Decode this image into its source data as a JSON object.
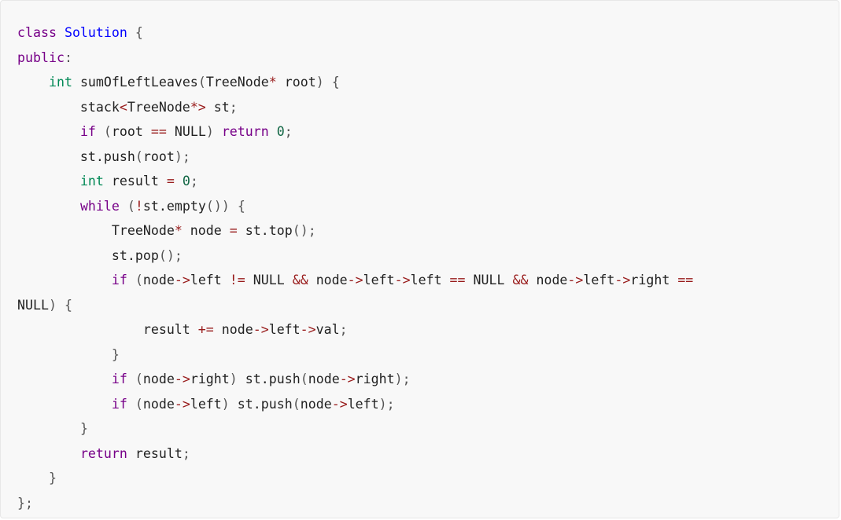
{
  "code": {
    "language": "cpp",
    "colors": {
      "background": "#f8f8f8",
      "border": "#e7e7e7",
      "keyword": "#770088",
      "def": "#0000ff",
      "type": "#008855",
      "number": "#116644",
      "operator": "#981a1a",
      "plain": "#222222",
      "punct": "#555555"
    },
    "lines": [
      [
        [
          "keyword",
          "class"
        ],
        [
          "plain",
          " "
        ],
        [
          "def",
          "Solution"
        ],
        [
          "plain",
          " "
        ],
        [
          "punct",
          "{"
        ]
      ],
      [
        [
          "keyword",
          "public"
        ],
        [
          "punct",
          ":"
        ]
      ],
      [
        [
          "plain",
          "    "
        ],
        [
          "type",
          "int"
        ],
        [
          "plain",
          " sumOfLeftLeaves"
        ],
        [
          "punct",
          "("
        ],
        [
          "plain",
          "TreeNode"
        ],
        [
          "operator",
          "*"
        ],
        [
          "plain",
          " root"
        ],
        [
          "punct",
          ")"
        ],
        [
          "plain",
          " "
        ],
        [
          "punct",
          "{"
        ]
      ],
      [
        [
          "plain",
          "        stack"
        ],
        [
          "operator",
          "<"
        ],
        [
          "plain",
          "TreeNode"
        ],
        [
          "operator",
          "*>"
        ],
        [
          "plain",
          " st"
        ],
        [
          "punct",
          ";"
        ]
      ],
      [
        [
          "plain",
          "        "
        ],
        [
          "keyword",
          "if"
        ],
        [
          "plain",
          " "
        ],
        [
          "punct",
          "("
        ],
        [
          "plain",
          "root "
        ],
        [
          "operator",
          "=="
        ],
        [
          "plain",
          " NULL"
        ],
        [
          "punct",
          ")"
        ],
        [
          "plain",
          " "
        ],
        [
          "keyword",
          "return"
        ],
        [
          "plain",
          " "
        ],
        [
          "number",
          "0"
        ],
        [
          "punct",
          ";"
        ]
      ],
      [
        [
          "plain",
          "        st.push"
        ],
        [
          "punct",
          "("
        ],
        [
          "plain",
          "root"
        ],
        [
          "punct",
          ")"
        ],
        [
          "punct",
          ";"
        ]
      ],
      [
        [
          "plain",
          "        "
        ],
        [
          "type",
          "int"
        ],
        [
          "plain",
          " result "
        ],
        [
          "operator",
          "="
        ],
        [
          "plain",
          " "
        ],
        [
          "number",
          "0"
        ],
        [
          "punct",
          ";"
        ]
      ],
      [
        [
          "plain",
          "        "
        ],
        [
          "keyword",
          "while"
        ],
        [
          "plain",
          " "
        ],
        [
          "punct",
          "("
        ],
        [
          "operator",
          "!"
        ],
        [
          "plain",
          "st.empty"
        ],
        [
          "punct",
          "("
        ],
        [
          "punct",
          ")"
        ],
        [
          "punct",
          ")"
        ],
        [
          "plain",
          " "
        ],
        [
          "punct",
          "{"
        ]
      ],
      [
        [
          "plain",
          "            TreeNode"
        ],
        [
          "operator",
          "*"
        ],
        [
          "plain",
          " node "
        ],
        [
          "operator",
          "="
        ],
        [
          "plain",
          " st.top"
        ],
        [
          "punct",
          "("
        ],
        [
          "punct",
          ")"
        ],
        [
          "punct",
          ";"
        ]
      ],
      [
        [
          "plain",
          "            st.pop"
        ],
        [
          "punct",
          "("
        ],
        [
          "punct",
          ")"
        ],
        [
          "punct",
          ";"
        ]
      ],
      [
        [
          "plain",
          "            "
        ],
        [
          "keyword",
          "if"
        ],
        [
          "plain",
          " "
        ],
        [
          "punct",
          "("
        ],
        [
          "plain",
          "node"
        ],
        [
          "operator",
          "->"
        ],
        [
          "plain",
          "left "
        ],
        [
          "operator",
          "!="
        ],
        [
          "plain",
          " NULL "
        ],
        [
          "operator",
          "&&"
        ],
        [
          "plain",
          " node"
        ],
        [
          "operator",
          "->"
        ],
        [
          "plain",
          "left"
        ],
        [
          "operator",
          "->"
        ],
        [
          "plain",
          "left "
        ],
        [
          "operator",
          "=="
        ],
        [
          "plain",
          " NULL "
        ],
        [
          "operator",
          "&&"
        ],
        [
          "plain",
          " node"
        ],
        [
          "operator",
          "->"
        ],
        [
          "plain",
          "left"
        ],
        [
          "operator",
          "->"
        ],
        [
          "plain",
          "right "
        ],
        [
          "operator",
          "=="
        ]
      ],
      [
        [
          "plain",
          "NULL"
        ],
        [
          "punct",
          ")"
        ],
        [
          "plain",
          " "
        ],
        [
          "punct",
          "{"
        ]
      ],
      [
        [
          "plain",
          "                result "
        ],
        [
          "operator",
          "+="
        ],
        [
          "plain",
          " node"
        ],
        [
          "operator",
          "->"
        ],
        [
          "plain",
          "left"
        ],
        [
          "operator",
          "->"
        ],
        [
          "plain",
          "val"
        ],
        [
          "punct",
          ";"
        ]
      ],
      [
        [
          "plain",
          "            "
        ],
        [
          "punct",
          "}"
        ]
      ],
      [
        [
          "plain",
          "            "
        ],
        [
          "keyword",
          "if"
        ],
        [
          "plain",
          " "
        ],
        [
          "punct",
          "("
        ],
        [
          "plain",
          "node"
        ],
        [
          "operator",
          "->"
        ],
        [
          "plain",
          "right"
        ],
        [
          "punct",
          ")"
        ],
        [
          "plain",
          " st.push"
        ],
        [
          "punct",
          "("
        ],
        [
          "plain",
          "node"
        ],
        [
          "operator",
          "->"
        ],
        [
          "plain",
          "right"
        ],
        [
          "punct",
          ")"
        ],
        [
          "punct",
          ";"
        ]
      ],
      [
        [
          "plain",
          "            "
        ],
        [
          "keyword",
          "if"
        ],
        [
          "plain",
          " "
        ],
        [
          "punct",
          "("
        ],
        [
          "plain",
          "node"
        ],
        [
          "operator",
          "->"
        ],
        [
          "plain",
          "left"
        ],
        [
          "punct",
          ")"
        ],
        [
          "plain",
          " st.push"
        ],
        [
          "punct",
          "("
        ],
        [
          "plain",
          "node"
        ],
        [
          "operator",
          "->"
        ],
        [
          "plain",
          "left"
        ],
        [
          "punct",
          ")"
        ],
        [
          "punct",
          ";"
        ]
      ],
      [
        [
          "plain",
          "        "
        ],
        [
          "punct",
          "}"
        ]
      ],
      [
        [
          "plain",
          "        "
        ],
        [
          "keyword",
          "return"
        ],
        [
          "plain",
          " result"
        ],
        [
          "punct",
          ";"
        ]
      ],
      [
        [
          "plain",
          "    "
        ],
        [
          "punct",
          "}"
        ]
      ],
      [
        [
          "punct",
          "}"
        ],
        [
          "punct",
          ";"
        ]
      ]
    ]
  }
}
